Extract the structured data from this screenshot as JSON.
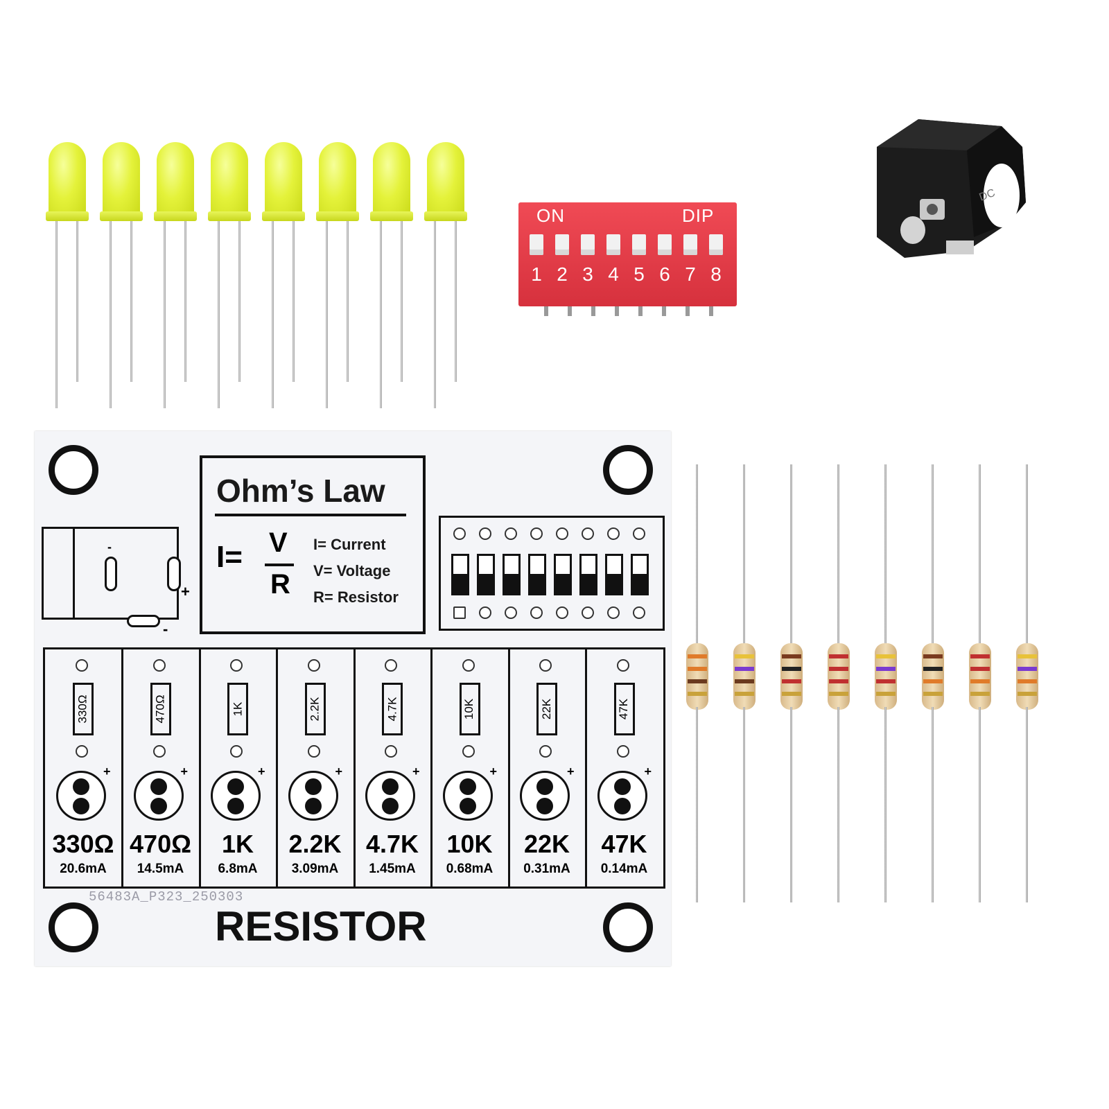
{
  "dip_switch": {
    "on_label": "ON",
    "brand_label": "DIP",
    "numbers": [
      "1",
      "2",
      "3",
      "4",
      "5",
      "6",
      "7",
      "8"
    ]
  },
  "pcb": {
    "formula_title": "Ohm’s Law",
    "formula_lhs": "I=",
    "formula_num": "V",
    "formula_den": "R",
    "definitions": [
      "I= Current",
      "V= Voltage",
      "R= Resistor"
    ],
    "dc_plus": "+",
    "dc_minus": "-",
    "dc_minus_top": "-",
    "columns": [
      {
        "value": "330Ω",
        "current": "20.6mA",
        "label": "330Ω"
      },
      {
        "value": "470Ω",
        "current": "14.5mA",
        "label": "470Ω"
      },
      {
        "value": "1K",
        "current": "6.8mA",
        "label": "1K"
      },
      {
        "value": "2.2K",
        "current": "3.09mA",
        "label": "2.2K"
      },
      {
        "value": "4.7K",
        "current": "1.45mA",
        "label": "4.7K"
      },
      {
        "value": "10K",
        "current": "0.68mA",
        "label": "10K"
      },
      {
        "value": "22K",
        "current": "0.31mA",
        "label": "22K"
      },
      {
        "value": "47K",
        "current": "0.14mA",
        "label": "47K"
      }
    ],
    "plus_mark": "+",
    "serial": "56483A_P323_250303",
    "board_title": "RESISTOR"
  },
  "colors": {
    "led_yellow": "#e4f23a",
    "dip_red": "#e23c48",
    "pcb_white": "#f4f5f8",
    "silkscreen": "#111111"
  }
}
